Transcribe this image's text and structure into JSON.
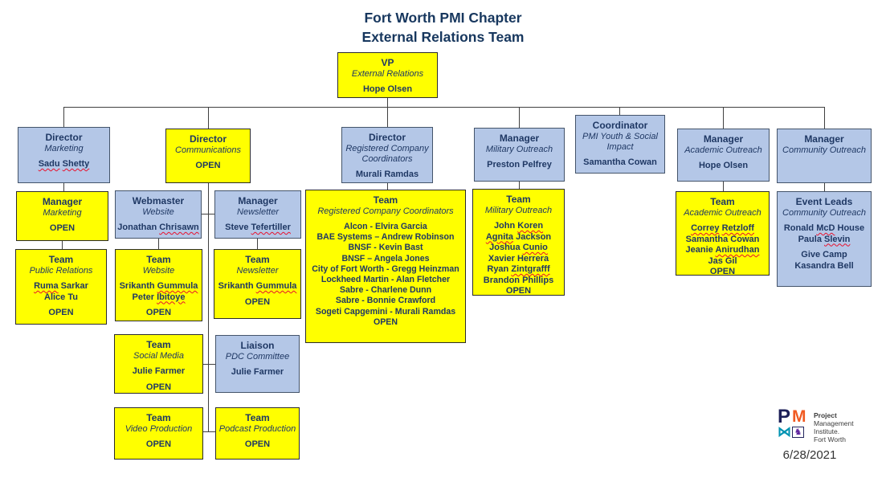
{
  "title": {
    "line1": "Fort Worth PMI Chapter",
    "line2": "External Relations Team"
  },
  "colors": {
    "box_yellow": "#FFFF00",
    "box_blue": "#B4C7E7",
    "box_text": "#1F3864",
    "connector": "#404040",
    "squiggle_red": "#E8112D",
    "logo_navy": "#1D2058",
    "logo_orange": "#F05A22",
    "logo_teal": "#0093B2",
    "logo_purple": "#5F259F"
  },
  "misspelled_words": [
    "Sadu",
    "Shetty",
    "Chrisawn",
    "Tefertiller",
    "Ruma",
    "Gummula",
    "Ibitoye",
    "Koren",
    "Agnita",
    "Cunio",
    "Zintgrafff",
    "Correy",
    "Retzloff",
    "Anirudhan",
    "McD",
    "Slevin"
  ],
  "boxes": [
    {
      "id": "vp",
      "color": "yellow",
      "title": "VP",
      "subtitle": "External Relations",
      "lines": [
        "Hope Olsen"
      ]
    },
    {
      "id": "dir-marketing",
      "color": "blue",
      "title": "Director",
      "subtitle": "Marketing",
      "lines": [
        "Sadu Shetty"
      ]
    },
    {
      "id": "dir-comms",
      "color": "yellow",
      "title": "Director",
      "subtitle": "Communications",
      "lines": [
        "OPEN"
      ]
    },
    {
      "id": "dir-rcc",
      "color": "blue",
      "title": "Director",
      "subtitle": "Registered Company Coordinators",
      "lines": [
        "Murali Ramdas"
      ]
    },
    {
      "id": "mgr-military",
      "color": "blue",
      "title": "Manager",
      "subtitle": "Military Outreach",
      "lines": [
        "Preston Pelfrey"
      ]
    },
    {
      "id": "coord-youth",
      "color": "blue",
      "title": "Coordinator",
      "subtitle": "PMI Youth & Social Impact",
      "lines": [
        "Samantha Cowan"
      ]
    },
    {
      "id": "mgr-academic",
      "color": "blue",
      "title": "Manager",
      "subtitle": "Academic Outreach",
      "lines": [
        "Hope Olsen"
      ]
    },
    {
      "id": "mgr-community",
      "color": "blue",
      "title": "Manager",
      "subtitle": "Community Outreach",
      "lines": []
    },
    {
      "id": "mgr-marketing",
      "color": "yellow",
      "title": "Manager",
      "subtitle": "Marketing",
      "lines": [
        "OPEN"
      ]
    },
    {
      "id": "webmaster",
      "color": "blue",
      "title": "Webmaster",
      "subtitle": "Website",
      "lines": [
        "Jonathan Chrisawn"
      ]
    },
    {
      "id": "mgr-newsletter",
      "color": "blue",
      "title": "Manager",
      "subtitle": "Newsletter",
      "lines": [
        "Steve Tefertiller"
      ]
    },
    {
      "id": "team-pr",
      "color": "yellow",
      "title": "Team",
      "subtitle": "Public Relations",
      "lines": [
        "Ruma Sarkar",
        "Alice Tu",
        "",
        "OPEN"
      ]
    },
    {
      "id": "team-website",
      "color": "yellow",
      "title": "Team",
      "subtitle": "Website",
      "lines": [
        "Srikanth Gummula",
        "Peter Ibitoye",
        "",
        "OPEN"
      ]
    },
    {
      "id": "team-newsletter",
      "color": "yellow",
      "title": "Team",
      "subtitle": "Newsletter",
      "lines": [
        "Srikanth Gummula",
        "",
        "OPEN"
      ]
    },
    {
      "id": "team-social",
      "color": "yellow",
      "title": "Team",
      "subtitle": "Social Media",
      "lines": [
        "Julie Farmer",
        "",
        "OPEN"
      ]
    },
    {
      "id": "liaison-pdc",
      "color": "blue",
      "title": "Liaison",
      "subtitle": "PDC Committee",
      "lines": [
        "Julie Farmer"
      ]
    },
    {
      "id": "team-video",
      "color": "yellow",
      "title": "Team",
      "subtitle": "Video Production",
      "lines": [
        "OPEN"
      ]
    },
    {
      "id": "team-podcast",
      "color": "yellow",
      "title": "Team",
      "subtitle": "Podcast Production",
      "lines": [
        "OPEN"
      ]
    },
    {
      "id": "team-rcc",
      "color": "yellow",
      "title": "Team",
      "subtitle": "Registered Company Coordinators",
      "lines": [
        "Alcon - Elvira Garcia",
        "BAE Systems – Andrew Robinson",
        "BNSF - Kevin Bast",
        "BNSF – Angela Jones",
        "City of Fort Worth - Gregg Heinzman",
        "Lockheed Martin - Alan Fletcher",
        "Sabre - Charlene Dunn",
        "Sabre - Bonnie Crawford",
        "Sogeti Capgemini - Murali Ramdas",
        "OPEN"
      ]
    },
    {
      "id": "team-military",
      "color": "yellow",
      "title": "Team",
      "subtitle": "Military Outreach",
      "lines": [
        "John Koren",
        "Agnita Jackson",
        "Joshua Cunio",
        "Xavier Herrera",
        "Ryan Zintgrafff",
        "Brandon Phillips",
        "OPEN"
      ]
    },
    {
      "id": "team-academic",
      "color": "yellow",
      "title": "Team",
      "subtitle": "Academic Outreach",
      "lines": [
        "Correy Retzloff",
        "Samantha Cowan",
        "Jeanie Anirudhan",
        "Jas Gil",
        "OPEN"
      ]
    },
    {
      "id": "event-leads",
      "color": "blue",
      "title": "Event Leads",
      "subtitle": "Community Outreach",
      "lines": [
        "Ronald McD House",
        "Paula Slevin",
        "",
        "Give Camp",
        "Kasandra Bell"
      ]
    }
  ],
  "footer": {
    "logo": {
      "letter_p": "P",
      "letter_m": "M",
      "glyph_i": "⋈",
      "knight": "♞",
      "org_line1": "Project",
      "org_line2": "Management",
      "org_line3": "Institute.",
      "org_line4": "Fort Worth"
    },
    "date": "6/28/2021"
  }
}
